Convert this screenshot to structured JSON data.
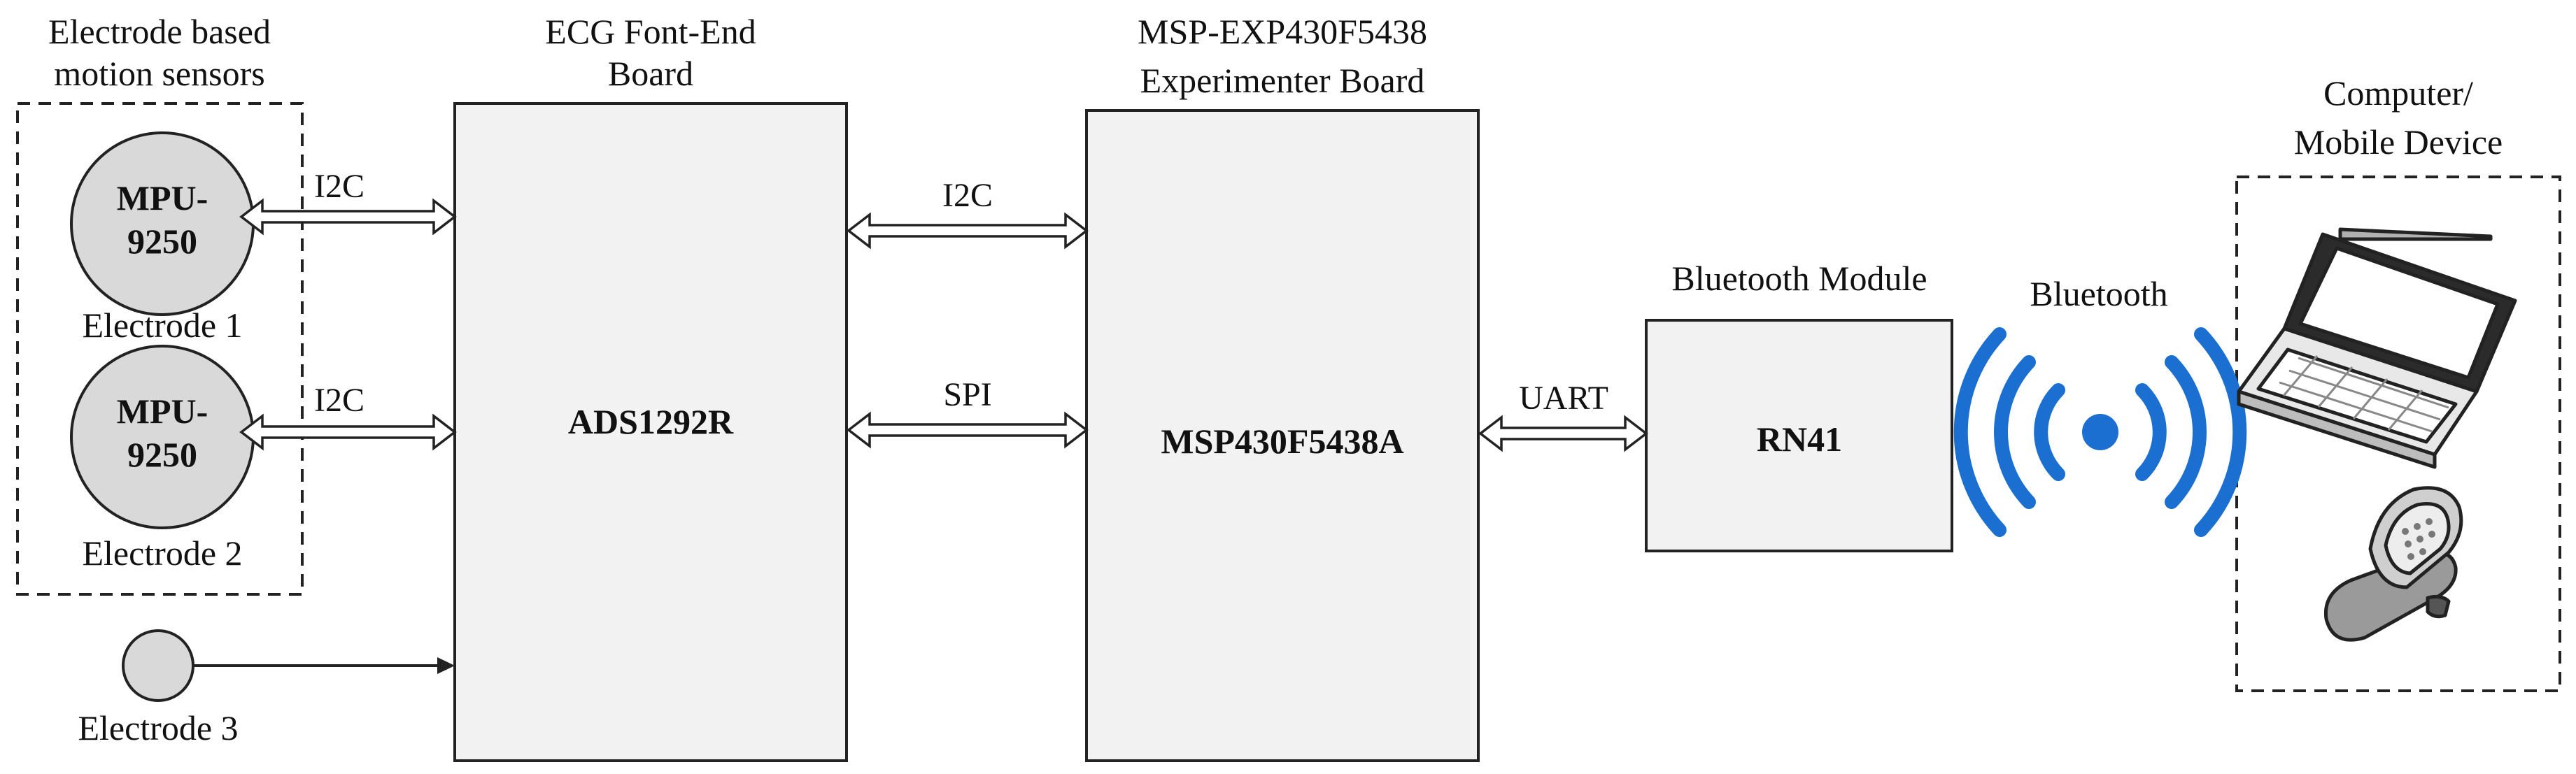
{
  "title_labels": {
    "sensors_group_line1": "Electrode based",
    "sensors_group_line2": "motion sensors",
    "ecg_board_line1": "ECG Font-End",
    "ecg_board_line2": "Board",
    "msp_board_line1": "MSP-EXP430F5438",
    "msp_board_line2": "Experimenter Board",
    "bt_module": "Bluetooth Module",
    "device_line1": "Computer/",
    "device_line2": "Mobile Device"
  },
  "sensors": [
    {
      "chip_line1": "MPU-",
      "chip_line2": "9250",
      "caption": "Electrode 1",
      "bus": "I2C"
    },
    {
      "chip_line1": "MPU-",
      "chip_line2": "9250",
      "caption": "Electrode 2",
      "bus": "I2C"
    }
  ],
  "electrode3": {
    "caption": "Electrode 3"
  },
  "chips": {
    "ecg_frontend": "ADS1292R",
    "microcontroller": "MSP430F5438A",
    "bluetooth": "RN41"
  },
  "links": {
    "ecg_msp_top": "I2C",
    "ecg_msp_bottom": "SPI",
    "msp_bt": "UART",
    "wireless": "Bluetooth"
  },
  "colors": {
    "box_fill": "#f2f2f2",
    "sensor_fill": "#d9d9d9",
    "bluetooth_blue": "#1b6fd1",
    "stroke": "#222222"
  },
  "icons": [
    "bluetooth-signal-icon",
    "laptop-icon",
    "mobile-phone-icon"
  ]
}
